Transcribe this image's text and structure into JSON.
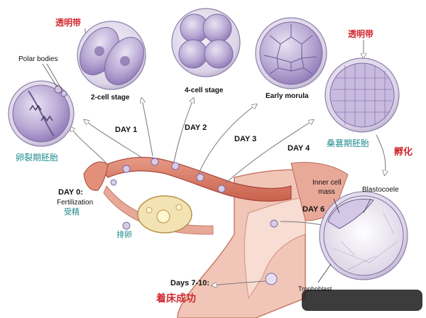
{
  "labels": {
    "zona_pellucida_top": "透明带",
    "zona_pellucida_right": "透明带",
    "polar_bodies": "Polar bodies",
    "two_cell": "2-cell stage",
    "four_cell": "4-cell stage",
    "early_morula": "Early morula",
    "cleavage_embryo": "卵裂期胚胎",
    "morula_embryo": "桑葚期胚胎",
    "hatching": "孵化",
    "day1": "DAY 1",
    "day2": "DAY 2",
    "day3": "DAY 3",
    "day4": "DAY 4",
    "day0": "DAY 0:",
    "fertilization": "Fertilization",
    "fertilization_zh": "受精",
    "ovulation": "排卵",
    "inner_cell_mass_1": "Inner cell",
    "inner_cell_mass_2": "mass",
    "blastocoele": "Blastocoele",
    "day6": "DAY 6",
    "trophoblast": "Trophoblast",
    "days_7_10": "Days 7-10:",
    "implantation": "着床成功"
  }
}
